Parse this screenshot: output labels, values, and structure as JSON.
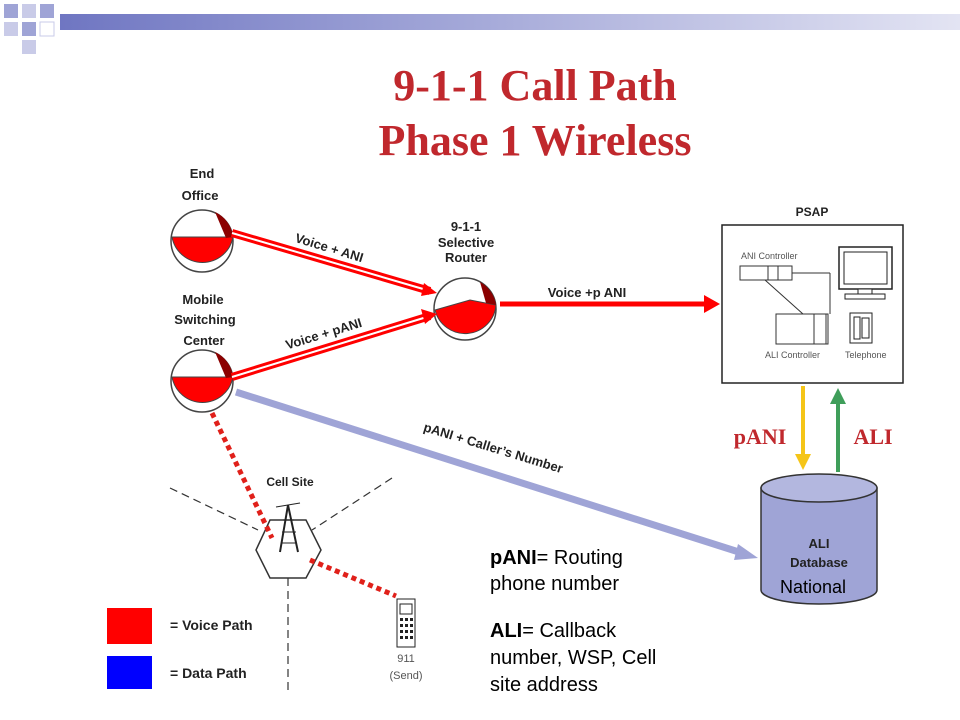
{
  "colors": {
    "title": "#c0282d",
    "voice": "#ff0000",
    "data": "#0000ff",
    "router_link": "#9fa4d6",
    "pani_arrow": "#f5c518",
    "ali_arrow": "#3f9e5a",
    "dotted": "#e0201a"
  },
  "title": {
    "line1": "9-1-1 Call Path",
    "line2": "Phase 1 Wireless"
  },
  "nodes": {
    "end_office": {
      "line1": "End",
      "line2": "Office"
    },
    "msc": {
      "line1": "Mobile",
      "line2": "Switching",
      "line3": "Center"
    },
    "router": {
      "line1": "9-1-1",
      "line2": "Selective",
      "line3": "Router"
    },
    "psap": {
      "label": "PSAP",
      "ani_controller": "ANI Controller",
      "ali_controller": "ALI Controller",
      "telephone": "Telephone"
    },
    "cell_site": "Cell Site",
    "phone": {
      "line1": "911",
      "line2": "(Send)"
    },
    "ali_db": {
      "line1": "ALI",
      "line2": "Database",
      "line3": "National"
    }
  },
  "links": {
    "eo_router": "Voice + ANI",
    "msc_router": "Voice + pANI",
    "router_psap": "Voice +p ANI",
    "msc_ali": "pANI + Caller’s Number",
    "pani": "pANI",
    "ali": "ALI"
  },
  "legend": {
    "voice": "= Voice Path",
    "data": "= Data Path"
  },
  "notes": {
    "pani_term": "pANI",
    "pani_def1": "= Routing",
    "pani_def2": "phone number",
    "ali_term": "ALI",
    "ali_def1": "= Callback",
    "ali_def2": "number, WSP, Cell",
    "ali_def3": "site address"
  }
}
